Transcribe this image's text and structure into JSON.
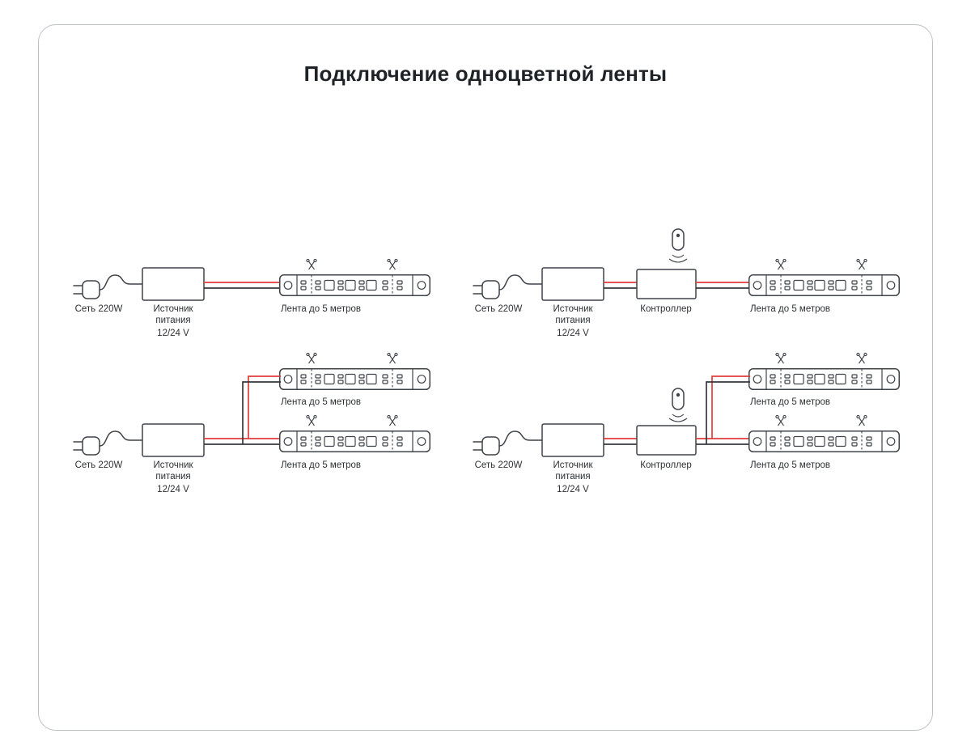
{
  "title": "Подключение одноцветной ленты",
  "labels": {
    "mains": "Сеть 220W",
    "psu": [
      "Источник",
      "питания"
    ],
    "psu_voltage": "12/24 V",
    "controller": "Контроллер",
    "strip": "Лента до 5 метров"
  },
  "colors": {
    "outline": "#3f444a",
    "wire_red": "#e03c3c",
    "wire_dark": "#34383d",
    "frame_border": "#bcc0c5",
    "text": "#2d3135"
  }
}
